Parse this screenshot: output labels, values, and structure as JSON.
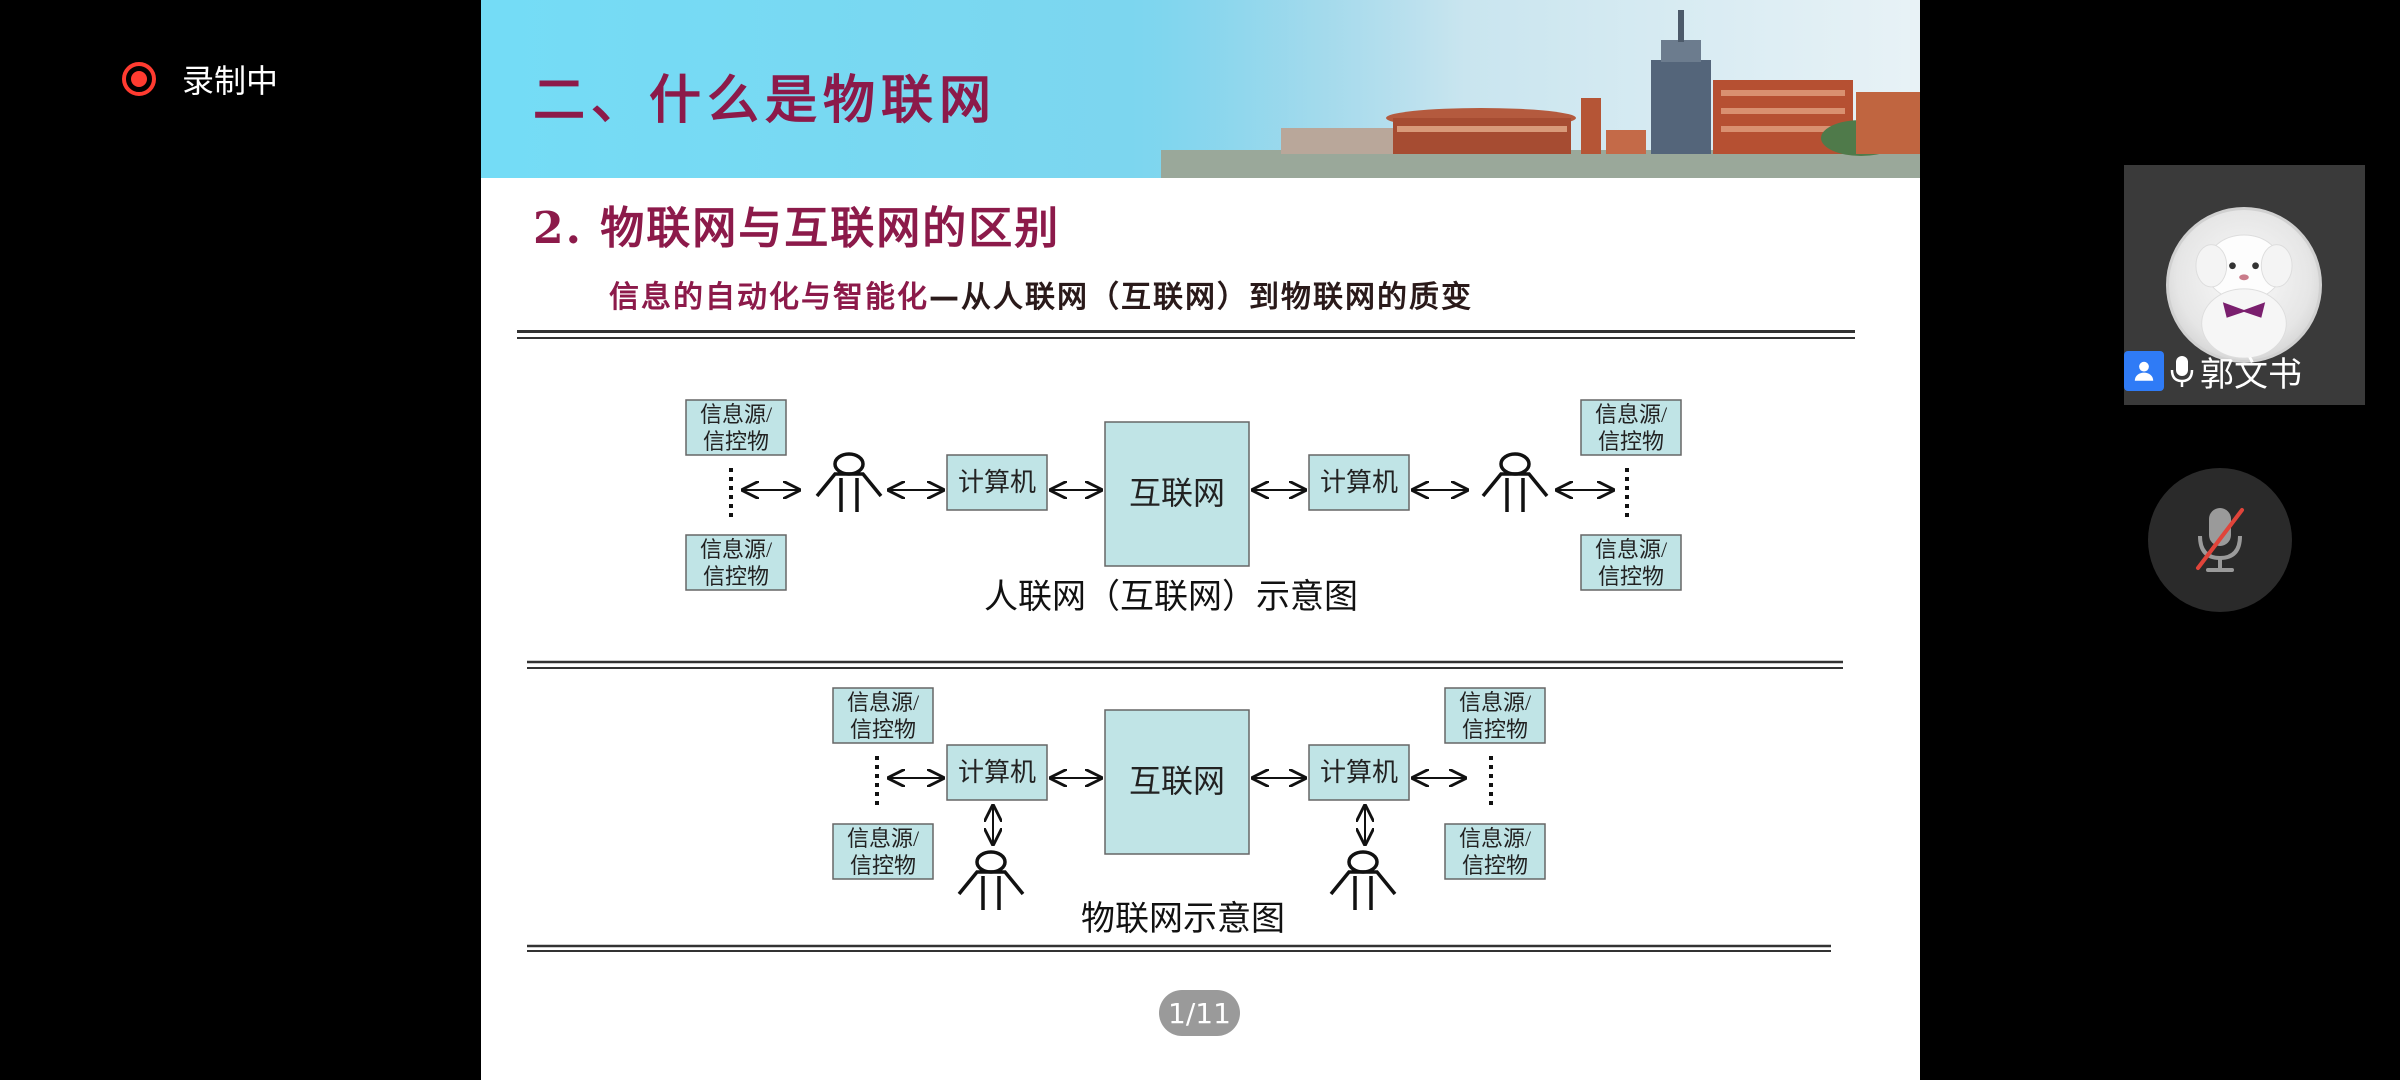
{
  "recording": {
    "label": "录制中"
  },
  "slide": {
    "banner_title": "二、什么是物联网",
    "subtitle": "2.  物联网与互联网的区别",
    "caption_red": "信息的自动化与智能化",
    "caption_dark": "—从人联网（互联网）到物联网的质变",
    "diagram1": {
      "source_label_1": "信息源/",
      "source_label_2": "信控物",
      "computer": "计算机",
      "internet": "互联网",
      "title": "人联网（互联网）示意图"
    },
    "diagram2": {
      "source_label_1": "信息源/",
      "source_label_2": "信控物",
      "computer": "计算机",
      "internet": "互联网",
      "title": "物联网示意图"
    }
  },
  "pager": {
    "text": "1/11"
  },
  "participant": {
    "name": "郭文书"
  },
  "icons": {
    "record": "record-dot-icon",
    "user": "user-icon",
    "mic": "mic-icon",
    "mute": "mic-muted-icon"
  },
  "colors": {
    "accent_text": "#8c1a4a",
    "box_fill": "#c0e4e6",
    "record_red": "#ff3b30",
    "user_blue": "#2f7bf6"
  }
}
